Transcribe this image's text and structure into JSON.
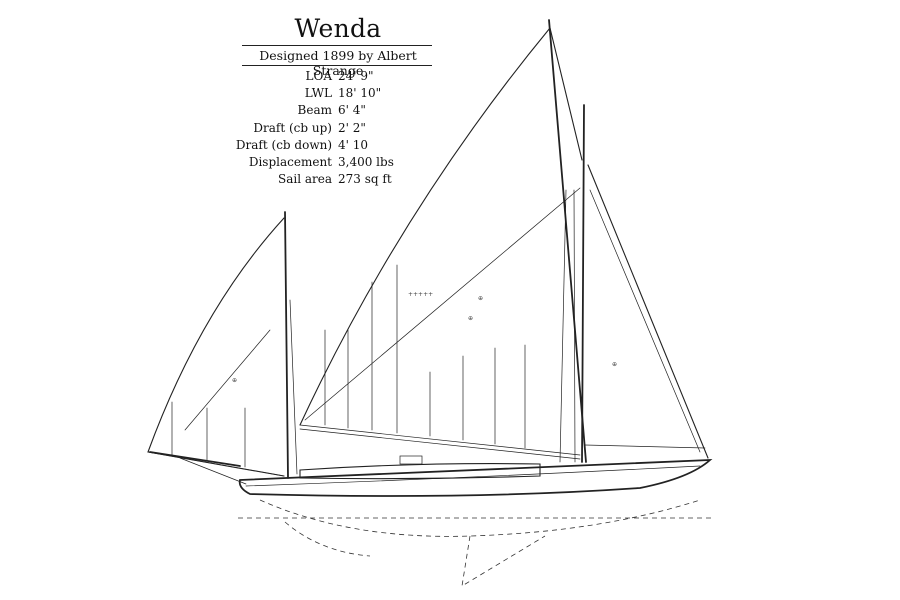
{
  "title": "Wenda",
  "subtitle": "Designed 1899 by Albert Strange",
  "specs": [
    {
      "label": "LOA",
      "value": "24' 9\""
    },
    {
      "label": "LWL",
      "value": "18' 10\""
    },
    {
      "label": "Beam",
      "value": "6' 4\""
    },
    {
      "label": "Draft (cb up)",
      "value": "2' 2\""
    },
    {
      "label": "Draft (cb down)",
      "value": "4' 10"
    },
    {
      "label": "Displacement",
      "value": "3,400 lbs"
    },
    {
      "label": "Sail area",
      "value": "273 sq ft"
    }
  ],
  "colors": {
    "ink": "#222222",
    "paper": "#ffffff"
  }
}
